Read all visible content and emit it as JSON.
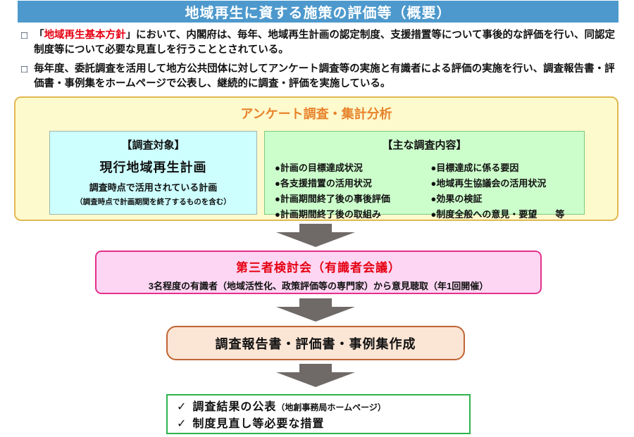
{
  "header": {
    "title": "地域再生に資する施策の評価等（概要）"
  },
  "intro": {
    "bullet_char": "□",
    "items": [
      {
        "pre": "「",
        "highlight": "地域再生基本方針",
        "post": "」において、内閣府は、毎年、地域再生計画の認定制度、支援措置等について事後的な評価を行い、同認定制度等について必要な見直しを行うこととされている。"
      },
      {
        "text": "毎年度、委託調査を活用して地方公共団体に対してアンケート調査等の実施と有識者による評価の実施を行い、調査報告書・評価書・事例集をホームページで公表し、継続的に調査・評価を実施している。"
      }
    ]
  },
  "survey_panel": {
    "title": "アンケート調査・集計分析",
    "target_box": {
      "heading": "【調査対象】",
      "main": "現行地域再生計画",
      "sub": "調査時点で活用されている計画",
      "note": "（調査時点で計画期間を終了するものを含む）"
    },
    "content_box": {
      "heading": "【主な調査内容】",
      "left_items": [
        "●計画の目標達成状況",
        "●各支援措置の活用状況",
        "●計画期間終了後の事後評価",
        "●計画期間終了後の取組み"
      ],
      "right_items": [
        "●目標達成に係る要因",
        "●地域再生協議会の活用状況",
        "●効果の検証",
        "●制度全般への意見・要望　　等"
      ]
    }
  },
  "review_box": {
    "title": "第三者検討会（有識者会議）",
    "subtitle": "3名程度の有識者（地域活性化、政策評価等の専門家）から意見聴取（年1回開催）"
  },
  "report_box": {
    "title": "調査報告書・評価書・事例集作成"
  },
  "outcome_box": {
    "check_char": "✓",
    "items": [
      {
        "main": "調査結果の公表",
        "note": "（地創事務局ホームページ）"
      },
      {
        "main": "制度見直し等必要な措置",
        "note": ""
      }
    ]
  },
  "colors": {
    "header_blue": "#4d99cd",
    "accent_red": "#e60012",
    "panel_yellow_bg": "#fdfacd",
    "panel_yellow_border": "#e2b852",
    "panel_title_orange": "#e8832c",
    "cyan_box_bg": "#cdffff",
    "green_box_bg": "#ccfecb",
    "arrow_gray": "#6f6968",
    "pink_box_bg": "#fcd6f3",
    "pink_box_border": "#e5308c",
    "report_box_bg": "#fbe5d5",
    "report_box_border": "#bf6534",
    "outcome_border_green": "#2db34e"
  }
}
